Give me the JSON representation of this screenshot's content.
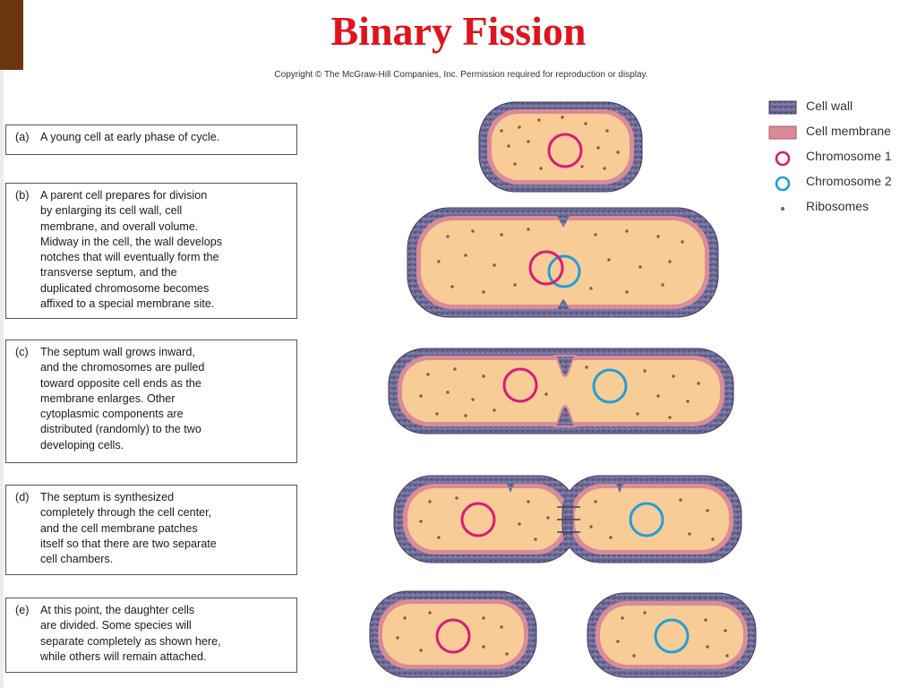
{
  "title": "Binary Fission",
  "copyright": "Copyright © The McGraw-Hill Companies, Inc. Permission required for reproduction or display.",
  "steps": [
    {
      "letter": "(a)",
      "text": "A young cell at early phase of cycle."
    },
    {
      "letter": "(b)",
      "text": "A parent cell prepares for division\nby enlarging its cell wall, cell\nmembrane, and overall volume.\nMidway in the cell, the wall develops\nnotches that will eventually form the\ntransverse septum, and the\nduplicated chromosome becomes\naffixed to a special membrane site."
    },
    {
      "letter": "(c)",
      "text": "The septum wall grows inward,\nand the chromosomes are pulled\ntoward opposite cell ends as the\nmembrane enlarges. Other\ncytoplasmic components are\ndistributed (randomly) to the two\ndeveloping cells."
    },
    {
      "letter": "(d)",
      "text": "The septum is synthesized\ncompletely through the cell center,\nand the cell membrane  patches\nitself so that there are two separate\ncell chambers."
    },
    {
      "letter": "(e)",
      "text": "At this point, the daughter cells\nare divided. Some species will\nseparate completely as shown here,\nwhile others will remain attached."
    }
  ],
  "legend": [
    {
      "label": "Cell wall",
      "icon": "cell-wall-swatch"
    },
    {
      "label": "Cell membrane",
      "icon": "cell-membrane-swatch"
    },
    {
      "label": "Chromosome 1",
      "icon": "chromosome-1-ring"
    },
    {
      "label": "Chromosome 2",
      "icon": "chromosome-2-ring"
    },
    {
      "label": "Ribosomes",
      "icon": "ribosome-dot"
    }
  ],
  "colors": {
    "title": "#e0141e",
    "accent_bar": "#6b3510",
    "cell_wall": "#6e6c97",
    "cell_membrane": "#d98b98",
    "cytoplasm": "#f8cc96",
    "chromosome_1": "#d81b79",
    "chromosome_2": "#1f9fd6",
    "ribosome": "#8c5a3c"
  }
}
